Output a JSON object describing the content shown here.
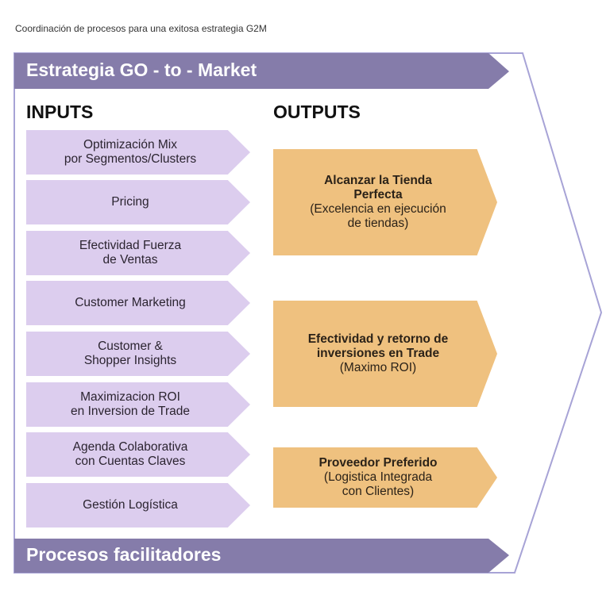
{
  "caption": "Coordinación de procesos para una exitosa estrategia G2M",
  "header_band": {
    "label": "Estrategia GO - to - Market"
  },
  "footer_band": {
    "label": "Procesos facilitadores"
  },
  "inputs": {
    "heading": "INPUTS",
    "items": [
      {
        "label": "Optimización Mix\npor Segmentos/Clusters"
      },
      {
        "label": "Pricing"
      },
      {
        "label": "Efectividad Fuerza\nde Ventas"
      },
      {
        "label": "Customer Marketing"
      },
      {
        "label": "Customer &\nShopper Insights"
      },
      {
        "label": "Maximizacion ROI\nen Inversion de Trade"
      },
      {
        "label": "Agenda Colaborativa\ncon Cuentas Claves"
      },
      {
        "label": "Gestión Logística"
      }
    ]
  },
  "outputs": {
    "heading": "OUTPUTS",
    "items": [
      {
        "title": "Alcanzar la Tienda\nPerfecta",
        "subtitle": "(Excelencia en ejecución\nde tiendas)"
      },
      {
        "title": "Efectividad y retorno de\ninversiones en Trade",
        "subtitle": "(Maximo ROI)"
      },
      {
        "title": "Proveedor Preferido",
        "subtitle": "(Logistica Integrada\ncon Clientes)"
      }
    ]
  },
  "colors": {
    "band": "#857caa",
    "frame_outline": "#a7a3d6",
    "input_fill": "#dccdee",
    "output_fill": "#efc17f"
  }
}
